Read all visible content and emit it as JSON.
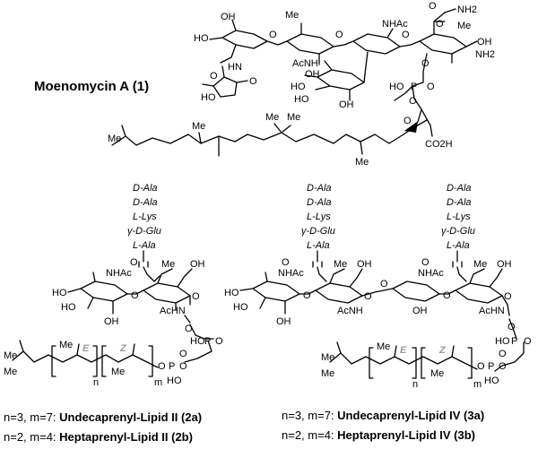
{
  "title": "Moenomycin A (1)",
  "labels": {
    "ho": "HO",
    "oh": "OH",
    "o": "O",
    "nh2": "NH2",
    "nhac": "NHAc",
    "acnh": "AcNH",
    "achn": "AcHN",
    "hn": "HN",
    "me": "Me",
    "p": "P",
    "co2h": "CO2H",
    "n": "n",
    "m": "m",
    "e_iso": "E",
    "z_iso": "Z"
  },
  "peptide_chain": [
    "D-Ala",
    "D-Ala",
    "L-Lys",
    "γ-D-Glu",
    "L-Ala"
  ],
  "captions": {
    "c2a_prefix": "n=3, m=7:",
    "c2a_name": "Undecaprenyl-Lipid II (2a)",
    "c2b_prefix": "n=2, m=4:",
    "c2b_name": "Heptaprenyl-Lipid II (2b)",
    "c3a_prefix": "n=3, m=7:",
    "c3a_name": "Undecaprenyl-Lipid IV (3a)",
    "c3b_prefix": "n=2, m=4:",
    "c3b_name": "Heptaprenyl-Lipid IV (3b)"
  }
}
